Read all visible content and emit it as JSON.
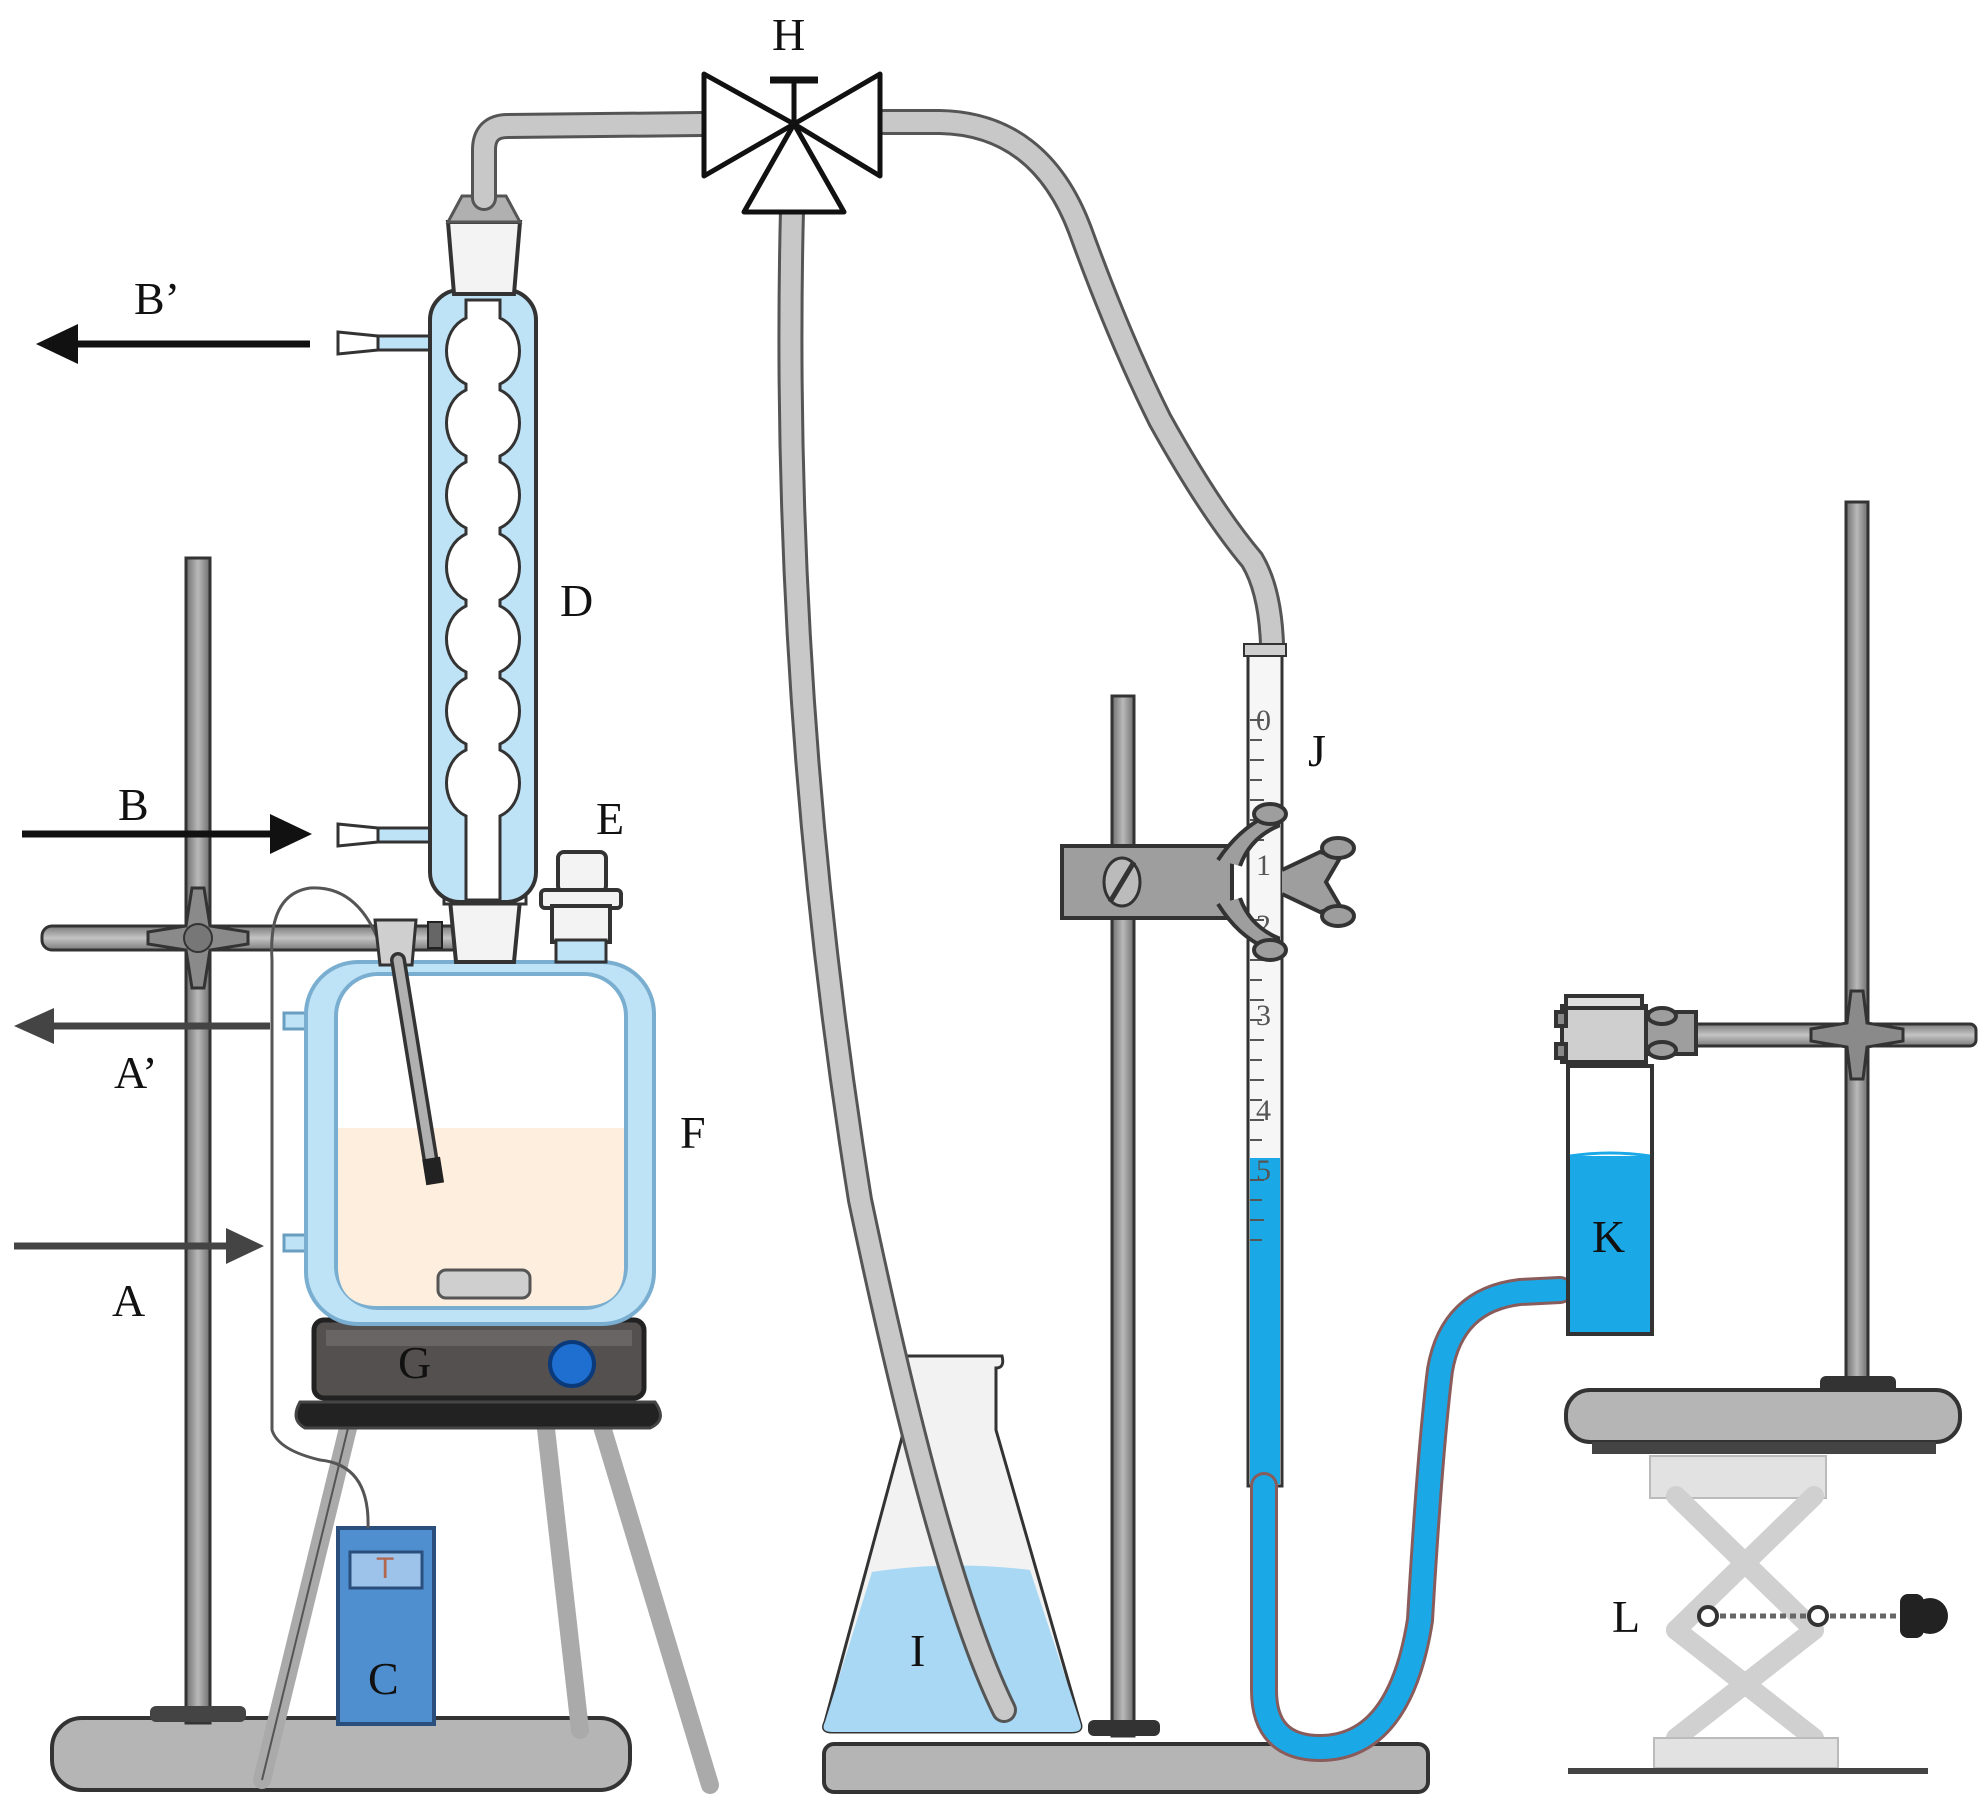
{
  "labels": {
    "A": "A",
    "A_prime": "A’",
    "B": "B",
    "B_prime": "B’",
    "C": "C",
    "D": "D",
    "E": "E",
    "F": "F",
    "G": "G",
    "H": "H",
    "I": "I",
    "J": "J",
    "K": "K",
    "L": "L"
  },
  "controller_display": "T",
  "burette_marks": [
    "0",
    "1",
    "2",
    "3",
    "4",
    "5"
  ],
  "colors": {
    "water_blue": "#1aa9e6",
    "coolant_blue": "#bfe3f6",
    "reaction_mixture": "#fdeedd",
    "metal_gray": "#9e9e9e",
    "stand_base": "#b5b5b5",
    "controller_blue": "#4f8fd0",
    "hotplate_dark": "#555050"
  }
}
